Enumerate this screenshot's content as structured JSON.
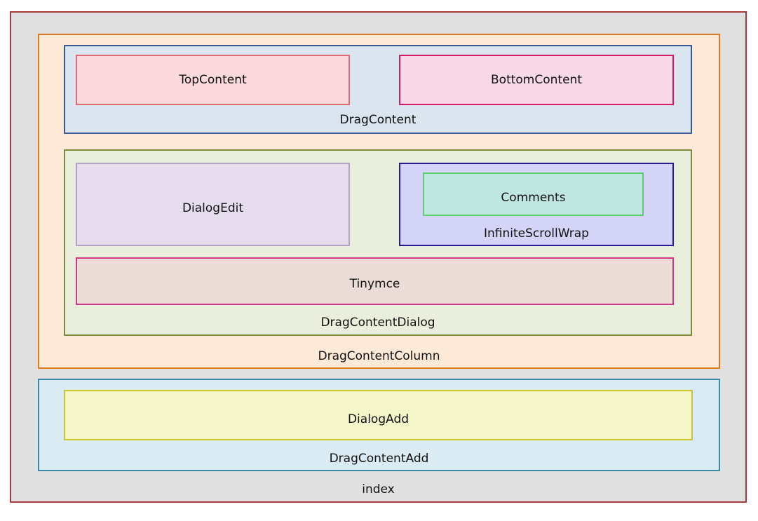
{
  "index": {
    "label": "index",
    "bg": "#e0e0e0",
    "border": "#a33b3b"
  },
  "drag_content_column": {
    "label": "DragContentColumn",
    "bg": "#fde9d8",
    "border": "#e07b24"
  },
  "drag_content": {
    "label": "DragContent",
    "bg": "#dbe5f0",
    "border": "#3a5a94"
  },
  "top_content": {
    "label": "TopContent",
    "bg": "#fcd9dc",
    "border": "#e06a7a"
  },
  "bottom_content": {
    "label": "BottomContent",
    "bg": "#f9d9e7",
    "border": "#d41c66"
  },
  "drag_content_dialog": {
    "label": "DragContentDialog",
    "bg": "#e9eedd",
    "border": "#7a8a3a"
  },
  "dialog_edit": {
    "label": "DialogEdit",
    "bg": "#e5dded",
    "border": "#b2a2c4"
  },
  "infinite_scroll_wrap": {
    "label": "InfiniteScrollWrap",
    "bg": "#d3d4f7",
    "border": "#2a1a9a"
  },
  "comments": {
    "label": "Comments",
    "bg": "#c0e6e2",
    "border": "#5ccf6c"
  },
  "tinymce": {
    "label": "Tinymce",
    "bg": "#ecdcd8",
    "border": "#cc3a86"
  },
  "drag_content_add": {
    "label": "DragContentAdd",
    "bg": "#dbebf3",
    "border": "#3d8ba6"
  },
  "dialog_add": {
    "label": "DialogAdd",
    "bg": "#f4f6c9",
    "border": "#c9c82a"
  }
}
